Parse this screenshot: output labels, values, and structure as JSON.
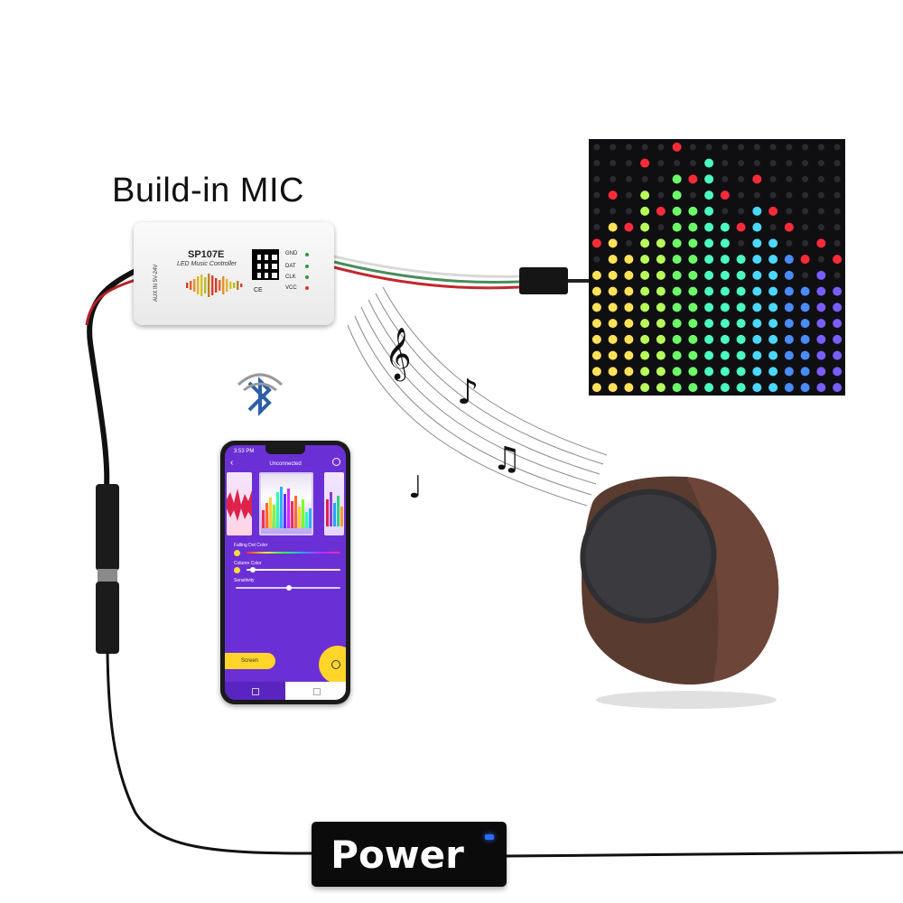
{
  "mic_label": "Build-in MIC",
  "controller": {
    "model": "SP107E",
    "subtitle": "LED Music Controller",
    "side_text": "AUX IN  5V-24V",
    "ce_mark": "CE",
    "pins": [
      "GND",
      "DAT",
      "CLK",
      "VCC"
    ]
  },
  "phone": {
    "status_time": "3:53 PM",
    "app_title": "Unconnected",
    "params": [
      "Falling Dot Color",
      "Column Color",
      "Sensitivity"
    ],
    "screen_button": "Screen"
  },
  "power_label": "Power",
  "music_notes": [
    "𝄞",
    "♪",
    "♫",
    "♩"
  ],
  "colors": {
    "app_purple": "#6b2fd6",
    "app_yellow": "#ffd52a",
    "power_led": "#2b6cff",
    "matrix_bg": "#0f0f12"
  },
  "icons": [
    "bluetooth-icon",
    "treble-clef-icon",
    "eighth-note-icon",
    "beamed-notes-icon",
    "quarter-note-icon"
  ]
}
